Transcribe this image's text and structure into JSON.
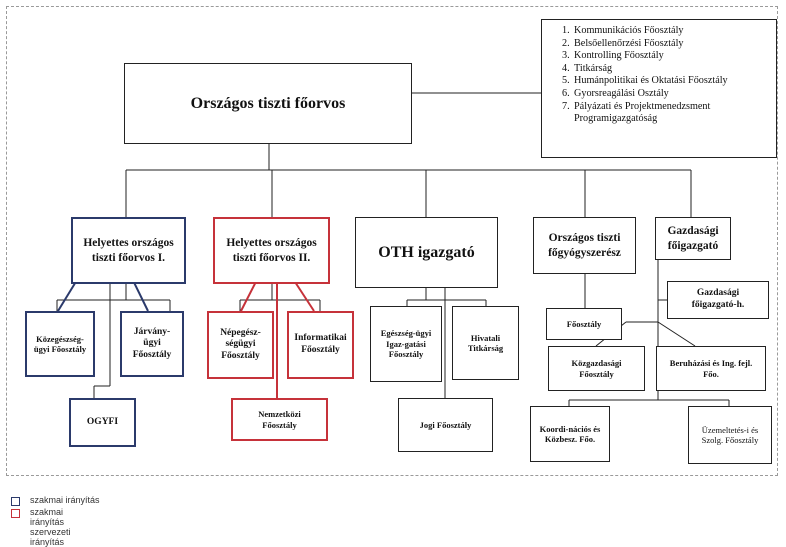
{
  "org": {
    "top": "Országos tiszti főorvos",
    "staff_list": [
      {
        "num": "1.",
        "label": "Kommunikációs Főosztály"
      },
      {
        "num": "2.",
        "label": "Belsőellenőrzési Főosztály"
      },
      {
        "num": "3.",
        "label": "Kontrolling Főosztály"
      },
      {
        "num": "4.",
        "label": "Titkárság"
      },
      {
        "num": "5.",
        "label": "Humánpolitikai és Oktatási Főosztály"
      },
      {
        "num": "6.",
        "label": "Gyorsreagálási Osztály"
      },
      {
        "num": "7.",
        "label": "Pályázati és Projektmenedzsment Programigazgatóság"
      }
    ],
    "deputy1": "Helyettes országos tiszti főorvos I.",
    "deputy2": "Helyettes országos tiszti főorvos II.",
    "oth": "OTH igazgató",
    "chief_pharm": "Országos tiszti főgyógyszerész",
    "econ": "Gazdasági főigazgató",
    "econ_deputy": "Gazdasági főigazgató-h.",
    "kozegeszseg": "Közegészség-ügyi Főosztály",
    "jarvany": "Járvány-ügyi Főosztály",
    "ogyfi": "OGYFI",
    "nepegeszseg": "Népegész-ségügyi Főosztály",
    "informatikai": "Informatikai Főosztály",
    "nemzetkozi": "Nemzetközi Főosztály",
    "egeszsegugyi": "Egészség-ügyi Igaz-gatási Főosztály",
    "hivatali": "Hivatali Titkárság",
    "jogi": "Jogi Főosztály",
    "fosztaly": "Főosztály",
    "kozgazdasagi": "Közgazdasági Főosztály",
    "beruhazasi": "Beruházási és Ing. fejl. Főo.",
    "koordinacios": "Koordi-nációs és Közbesz. Főo.",
    "uzemeltetesi": "Üzemeltetés-i és Szolg. Főosztály"
  },
  "legend": {
    "blue_label": "szakmai irányítás",
    "red_label": "szakmai irányítás szervezeti irányítás"
  },
  "colors": {
    "blue": "#2b3a6b",
    "red": "#c6323a",
    "line": "#222222"
  }
}
